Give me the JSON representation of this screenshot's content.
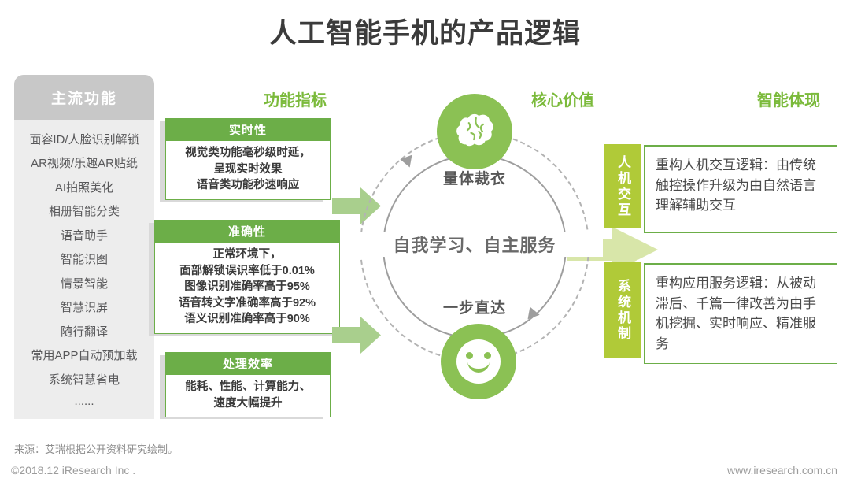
{
  "title": "人工智能手机的产品逻辑",
  "sidebar": {
    "header": "主流功能",
    "items": [
      "面容ID/人脸识别解锁",
      "AR视频/乐趣AR贴纸",
      "AI拍照美化",
      "相册智能分类",
      "语音助手",
      "智能识图",
      "情景智能",
      "智慧识屏",
      "随行翻译",
      "常用APP自动预加载",
      "系统智慧省电",
      "......"
    ]
  },
  "column_headers": {
    "metrics": "功能指标",
    "core_value": "核心价值",
    "intelligence": "智能体现"
  },
  "metric_boxes": [
    {
      "title": "实时性",
      "lines": [
        "视觉类功能毫秒级时延，",
        "呈现实时效果",
        "语音类功能秒速响应"
      ]
    },
    {
      "title": "准确性",
      "lines": [
        "正常环境下，",
        "面部解锁误识率低于0.01%",
        "图像识别准确率高于95%",
        "语音转文字准确率高于92%",
        "语义识别准确率高于90%"
      ]
    },
    {
      "title": "处理效率",
      "lines": [
        "能耗、性能、计算能力、",
        "速度大幅提升"
      ]
    }
  ],
  "cycle": {
    "top_icon": "brain-icon",
    "top_label": "量体裁衣",
    "center_text": "自我学习、自主服务",
    "bottom_label": "一步直达",
    "bottom_icon": "smiley-icon"
  },
  "result_boxes": [
    {
      "tab": "人机交互",
      "text": "重构人机交互逻辑：由传统触控操作升级为由自然语言理解辅助交互"
    },
    {
      "tab": "系统机制",
      "text": "重构应用服务逻辑：从被动滞后、千篇一律改善为由手机挖掘、实时响应、精准服务"
    }
  ],
  "footer": {
    "source": "来源：艾瑞根据公开资料研究绘制。",
    "copyright": "©2018.12 iResearch Inc .",
    "website": "www.iresearch.com.cn"
  },
  "colors": {
    "green_dark": "#6cae48",
    "green_circle": "#8bc154",
    "green_header_text": "#7bba3b",
    "lime_tab": "#b0ca38",
    "arrow_green": "#a9cf8d",
    "arrow_pale": "#d8e6a9",
    "gray_header": "#c8c8c8",
    "gray_panel": "#ededed"
  }
}
